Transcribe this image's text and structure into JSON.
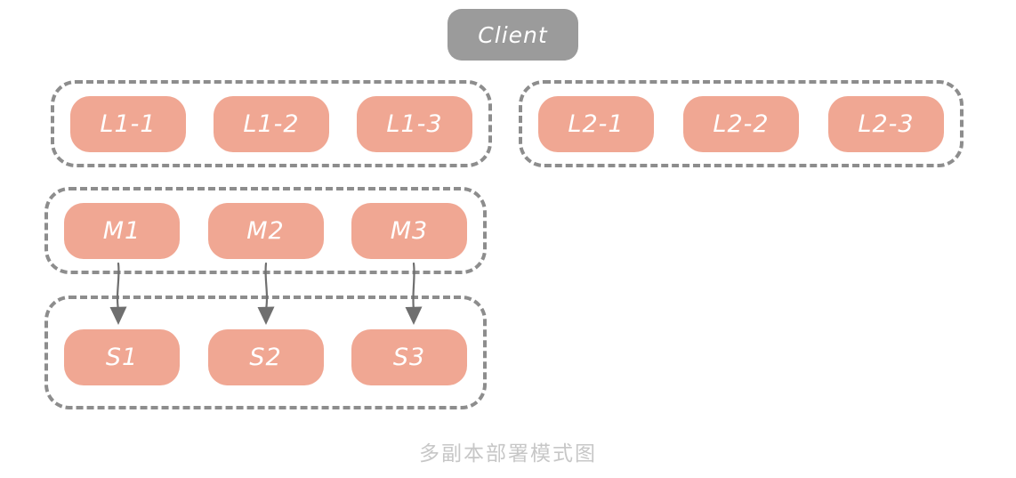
{
  "caption": "多副本部署模式图",
  "client": {
    "label": "Client"
  },
  "groups": [
    {
      "id": "L1",
      "nodes": [
        "L1-1",
        "L1-2",
        "L1-3"
      ]
    },
    {
      "id": "L2",
      "nodes": [
        "L2-1",
        "L2-2",
        "L2-3"
      ]
    },
    {
      "id": "M",
      "nodes": [
        "M1",
        "M2",
        "M3"
      ]
    },
    {
      "id": "S",
      "nodes": [
        "S1",
        "S2",
        "S3"
      ]
    }
  ],
  "edges": [
    {
      "from": "M1",
      "to": "S1"
    },
    {
      "from": "M2",
      "to": "S2"
    },
    {
      "from": "M3",
      "to": "S3"
    }
  ],
  "colors": {
    "node_fill": "#f0a793",
    "node_text": "#ffffff",
    "client_fill": "#9b9b9b",
    "client_text": "#ffffff",
    "dash_border": "#8d8d8d",
    "arrow": "#6f6f6f",
    "caption_text": "#c7c7c7",
    "background": "#ffffff"
  }
}
